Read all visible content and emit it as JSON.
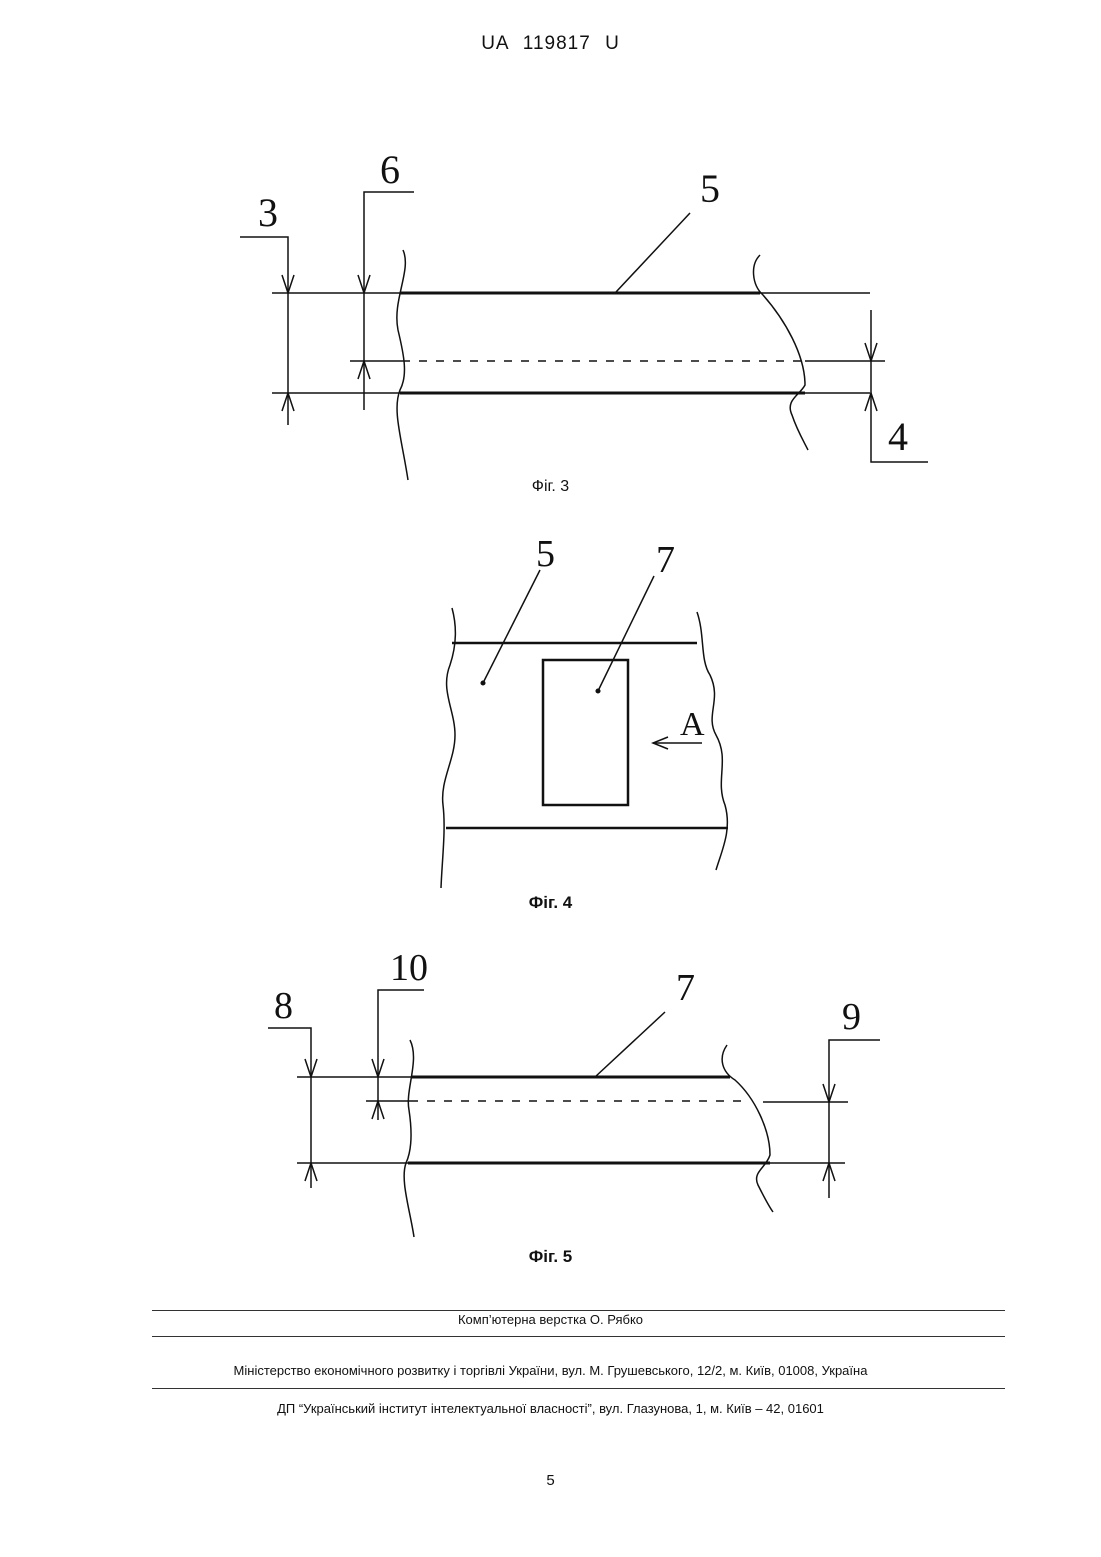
{
  "header": {
    "doc_number": "UA 119817 U"
  },
  "figure3": {
    "caption": "Фіг. 3",
    "labels": {
      "l3": "3",
      "l6": "6",
      "l5": "5",
      "l4": "4"
    }
  },
  "figure4": {
    "caption": "Фіг. 4",
    "labels": {
      "l5": "5",
      "l7": "7",
      "lA": "A"
    }
  },
  "figure5": {
    "caption": "Фіг. 5",
    "labels": {
      "l8": "8",
      "l10": "10",
      "l7": "7",
      "l9": "9"
    }
  },
  "footer": {
    "composer": "Комп’ютерна верстка О. Рябко",
    "ministry": "Міністерство економічного розвитку і торгівлі України, вул. М. Грушевського, 12/2, м. Київ, 01008, Україна",
    "institute": "ДП “Український інститут інтелектуальної власності”, вул. Глазунова, 1, м. Київ – 42, 01601"
  },
  "page_number": "5",
  "colors": {
    "ink": "#111111",
    "rule": "#333333",
    "background": "#ffffff"
  }
}
